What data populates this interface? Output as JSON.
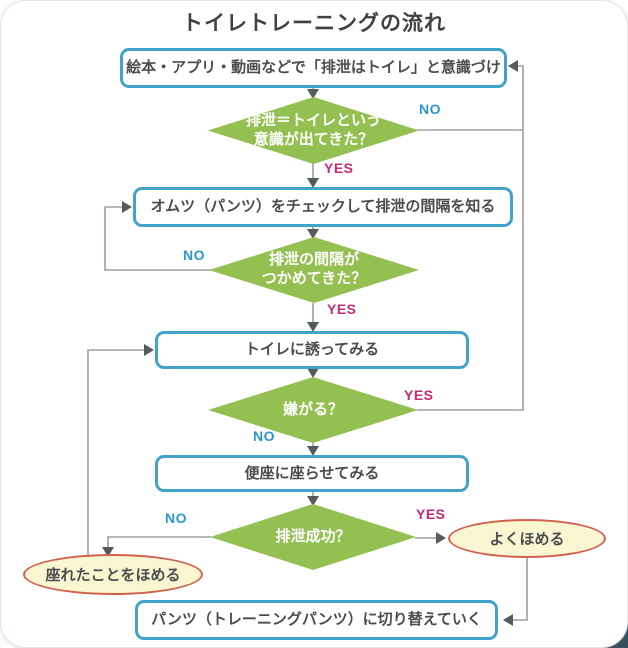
{
  "title": "トイレトレーニングの流れ",
  "labels": {
    "yes": "YES",
    "no": "NO"
  },
  "colors": {
    "box_border": "#41a2cc",
    "diamond_fill": "#94c052",
    "diamond_text": "#ffffff",
    "ellipse_fill": "#fbf6d2",
    "ellipse_border": "#d2604e",
    "yes_label": "#c32b74",
    "no_label": "#2d97cd",
    "line": "#9aa0a3",
    "arrowhead": "#555a5d",
    "text": "#4a4d50"
  },
  "nodes": {
    "awareness_box": "絵本・アプリ・動画などで「排泄はトイレ」と意識づけ",
    "awareness_decision": "排泄＝トイレという\n意識が出てきた？",
    "check_diaper_box": "オムツ（パンツ）をチェックして排泄の間隔を知る",
    "interval_decision": "排泄の間隔が\nつかめてきた？",
    "invite_box": "トイレに誘ってみる",
    "refuse_decision": "嫌がる？",
    "sit_box": "便座に座らせてみる",
    "success_decision": "排泄成功？",
    "praise_sitting_ellipse": "座れたことをほめる",
    "praise_well_ellipse": "よくほめる",
    "switch_pants_box": "パンツ（トレーニングパンツ）に切り替えていく"
  }
}
